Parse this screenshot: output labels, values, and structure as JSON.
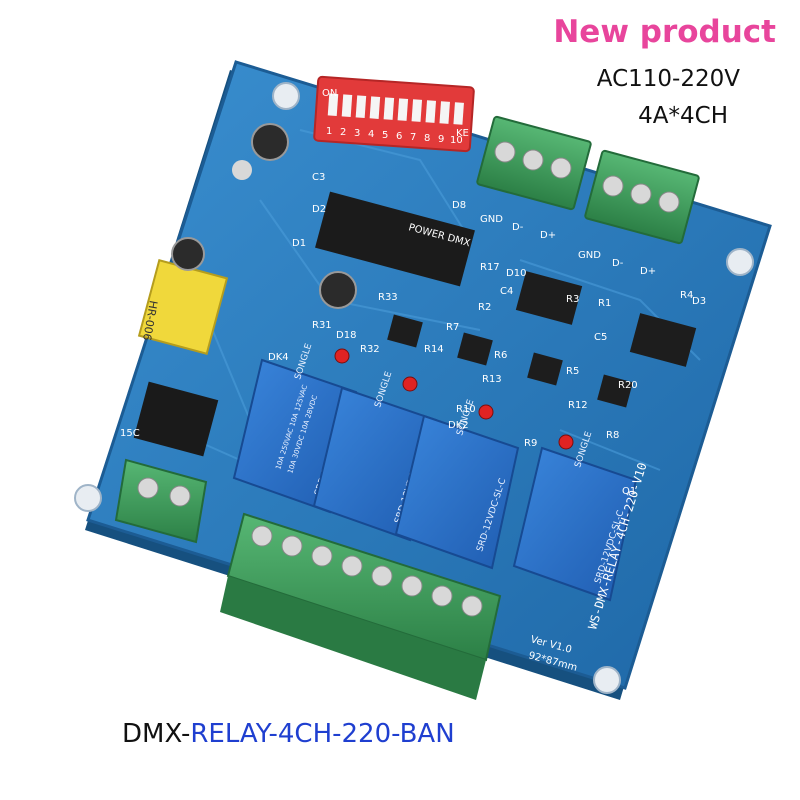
{
  "captions": {
    "headline": "New product",
    "voltage": "AC110-220V",
    "current": "4A*4CH",
    "model_prefix": "DMX-",
    "model_suffix": "RELAY-4CH-220-BAN"
  },
  "board_labels": {
    "dip_on": "ON",
    "dip_ke": "KE",
    "dip_numbers": [
      "1",
      "2",
      "3",
      "4",
      "5",
      "6",
      "7",
      "8",
      "9",
      "10"
    ],
    "power_dmx": "POWER DMX",
    "gnd": "GND",
    "d_minus": "D-",
    "d_plus": "D+",
    "board_id": "WS-DMX-RELAY-4CH-220-V10",
    "version": "Ver V1.0",
    "size": "92*87mm",
    "relay_brand": "SONGLE",
    "relay_model": "SRD-12VDC-SL-C",
    "relay_rating_1": "10A 250VAC 10A 125VAC",
    "relay_rating_2": "10A 30VDC 10A 28VDC",
    "transformer": "HR-006",
    "cap_15c": "15C",
    "refs": [
      "C3",
      "D2",
      "D1",
      "D8",
      "R33",
      "R31",
      "D18",
      "R32",
      "DK4",
      "R7",
      "R14",
      "R6",
      "R13",
      "R10",
      "DK2",
      "R5",
      "R12",
      "R9",
      "R8",
      "R17",
      "D10",
      "C4",
      "R2",
      "R1",
      "R4",
      "D3",
      "C5",
      "R20",
      "Q1",
      "R3"
    ]
  },
  "colors": {
    "background": "#ffffff",
    "pcb_blue": "#2a78b8",
    "pcb_edge": "#1c5c94",
    "relay_blue": "#2b6fc9",
    "terminal_green": "#3d9b58",
    "dip_red": "#e23a3a",
    "headline_pink": "#e8459c",
    "model_blue": "#1f3fd0"
  }
}
